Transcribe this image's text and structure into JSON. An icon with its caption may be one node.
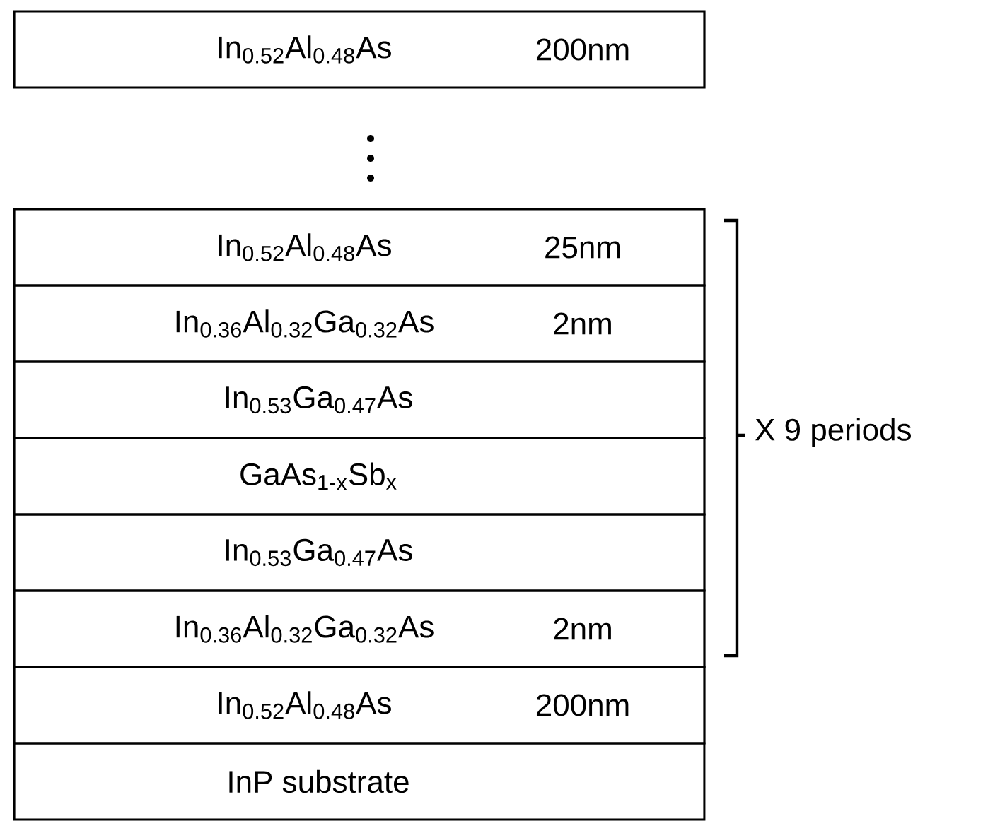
{
  "diagram": {
    "nodes": [
      {
        "text": [
          "In$_{0.52}$Al$_{0.48}$As",
          "200nm"
        ]
      },
      {
        "text": [
          "In$_{0.52}$Al$_{0.48}$As",
          "25nm"
        ]
      },
      {
        "text": [
          "In$_{0.36}$Al$_{0.32}$Ga$_{0.32}$As",
          "2nm"
        ]
      },
      {
        "text": [
          "In$_{0.53}$Ga$_{0.47}$As"
        ]
      },
      {
        "text": [
          "GaAs$_{1-x}$Sb$_{x}$"
        ]
      },
      {
        "text": [
          "In$_{0.53}$Ga$_{0.47}$As"
        ]
      },
      {
        "text": [
          "In$_{0.36}$Al$_{0.32}$Ga$_{0.32}$As",
          "2nm"
        ]
      },
      {
        "text": [
          "In$_{0.52}$Al$_{0.48}$As",
          "200nm"
        ]
      },
      {
        "text": [
          "InP  substrate"
        ]
      }
    ],
    "labels": [
      "X 9 periods"
    ]
  }
}
